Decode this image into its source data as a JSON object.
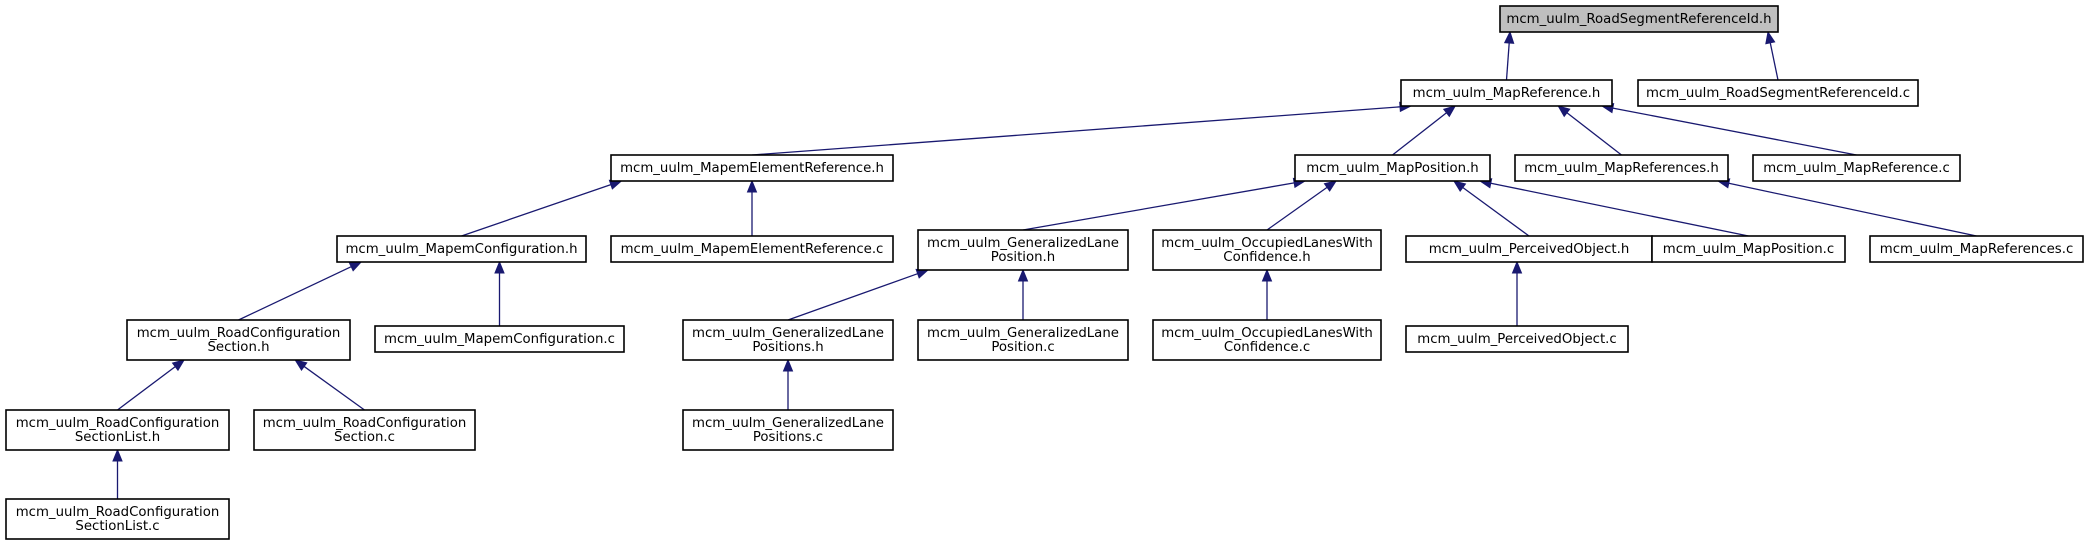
{
  "nodes": [
    {
      "id": "n0",
      "lines": [
        "mcm_uulm_RoadSegmentReferenceId.h"
      ],
      "root": true
    },
    {
      "id": "n1",
      "lines": [
        "mcm_uulm_MapReference.h"
      ]
    },
    {
      "id": "n2",
      "lines": [
        "mcm_uulm_RoadSegmentReferenceId.c"
      ]
    },
    {
      "id": "n3",
      "lines": [
        "mcm_uulm_MapemElementReference.h"
      ]
    },
    {
      "id": "n4",
      "lines": [
        "mcm_uulm_MapPosition.h"
      ]
    },
    {
      "id": "n5",
      "lines": [
        "mcm_uulm_MapReferences.h"
      ]
    },
    {
      "id": "n6",
      "lines": [
        "mcm_uulm_MapReference.c"
      ]
    },
    {
      "id": "n7",
      "lines": [
        "mcm_uulm_MapemConfiguration.h"
      ]
    },
    {
      "id": "n8",
      "lines": [
        "mcm_uulm_MapemElementReference.c"
      ]
    },
    {
      "id": "n9",
      "lines": [
        "mcm_uulm_GeneralizedLane",
        "Position.h"
      ]
    },
    {
      "id": "n10",
      "lines": [
        "mcm_uulm_OccupiedLanesWith",
        "Confidence.h"
      ]
    },
    {
      "id": "n11",
      "lines": [
        "mcm_uulm_PerceivedObject.h"
      ]
    },
    {
      "id": "n12",
      "lines": [
        "mcm_uulm_MapPosition.c"
      ]
    },
    {
      "id": "n13",
      "lines": [
        "mcm_uulm_MapReferences.c"
      ]
    },
    {
      "id": "n14",
      "lines": [
        "mcm_uulm_RoadConfiguration",
        "Section.h"
      ]
    },
    {
      "id": "n15",
      "lines": [
        "mcm_uulm_MapemConfiguration.c"
      ]
    },
    {
      "id": "n16",
      "lines": [
        "mcm_uulm_GeneralizedLane",
        "Positions.h"
      ]
    },
    {
      "id": "n17",
      "lines": [
        "mcm_uulm_GeneralizedLane",
        "Position.c"
      ]
    },
    {
      "id": "n18",
      "lines": [
        "mcm_uulm_OccupiedLanesWith",
        "Confidence.c"
      ]
    },
    {
      "id": "n19",
      "lines": [
        "mcm_uulm_PerceivedObject.c"
      ]
    },
    {
      "id": "n20",
      "lines": [
        "mcm_uulm_RoadConfiguration",
        "SectionList.h"
      ]
    },
    {
      "id": "n21",
      "lines": [
        "mcm_uulm_RoadConfiguration",
        "Section.c"
      ]
    },
    {
      "id": "n22",
      "lines": [
        "mcm_uulm_GeneralizedLane",
        "Positions.c"
      ]
    },
    {
      "id": "n23",
      "lines": [
        "mcm_uulm_RoadConfiguration",
        "SectionList.c"
      ]
    }
  ],
  "edges": [
    {
      "from": "n1",
      "to": "n0"
    },
    {
      "from": "n2",
      "to": "n0"
    },
    {
      "from": "n3",
      "to": "n1"
    },
    {
      "from": "n4",
      "to": "n1"
    },
    {
      "from": "n5",
      "to": "n1"
    },
    {
      "from": "n6",
      "to": "n1"
    },
    {
      "from": "n7",
      "to": "n3"
    },
    {
      "from": "n8",
      "to": "n3"
    },
    {
      "from": "n9",
      "to": "n4"
    },
    {
      "from": "n10",
      "to": "n4"
    },
    {
      "from": "n11",
      "to": "n4"
    },
    {
      "from": "n12",
      "to": "n4"
    },
    {
      "from": "n13",
      "to": "n5"
    },
    {
      "from": "n14",
      "to": "n7"
    },
    {
      "from": "n15",
      "to": "n7"
    },
    {
      "from": "n16",
      "to": "n9"
    },
    {
      "from": "n17",
      "to": "n9"
    },
    {
      "from": "n18",
      "to": "n10"
    },
    {
      "from": "n19",
      "to": "n11"
    },
    {
      "from": "n20",
      "to": "n14"
    },
    {
      "from": "n21",
      "to": "n14"
    },
    {
      "from": "n22",
      "to": "n16"
    },
    {
      "from": "n23",
      "to": "n20"
    }
  ],
  "colors": {
    "edge": "#191970",
    "root_fill": "#bfbfbf",
    "node_fill": "#ffffff",
    "border": "#000000"
  }
}
